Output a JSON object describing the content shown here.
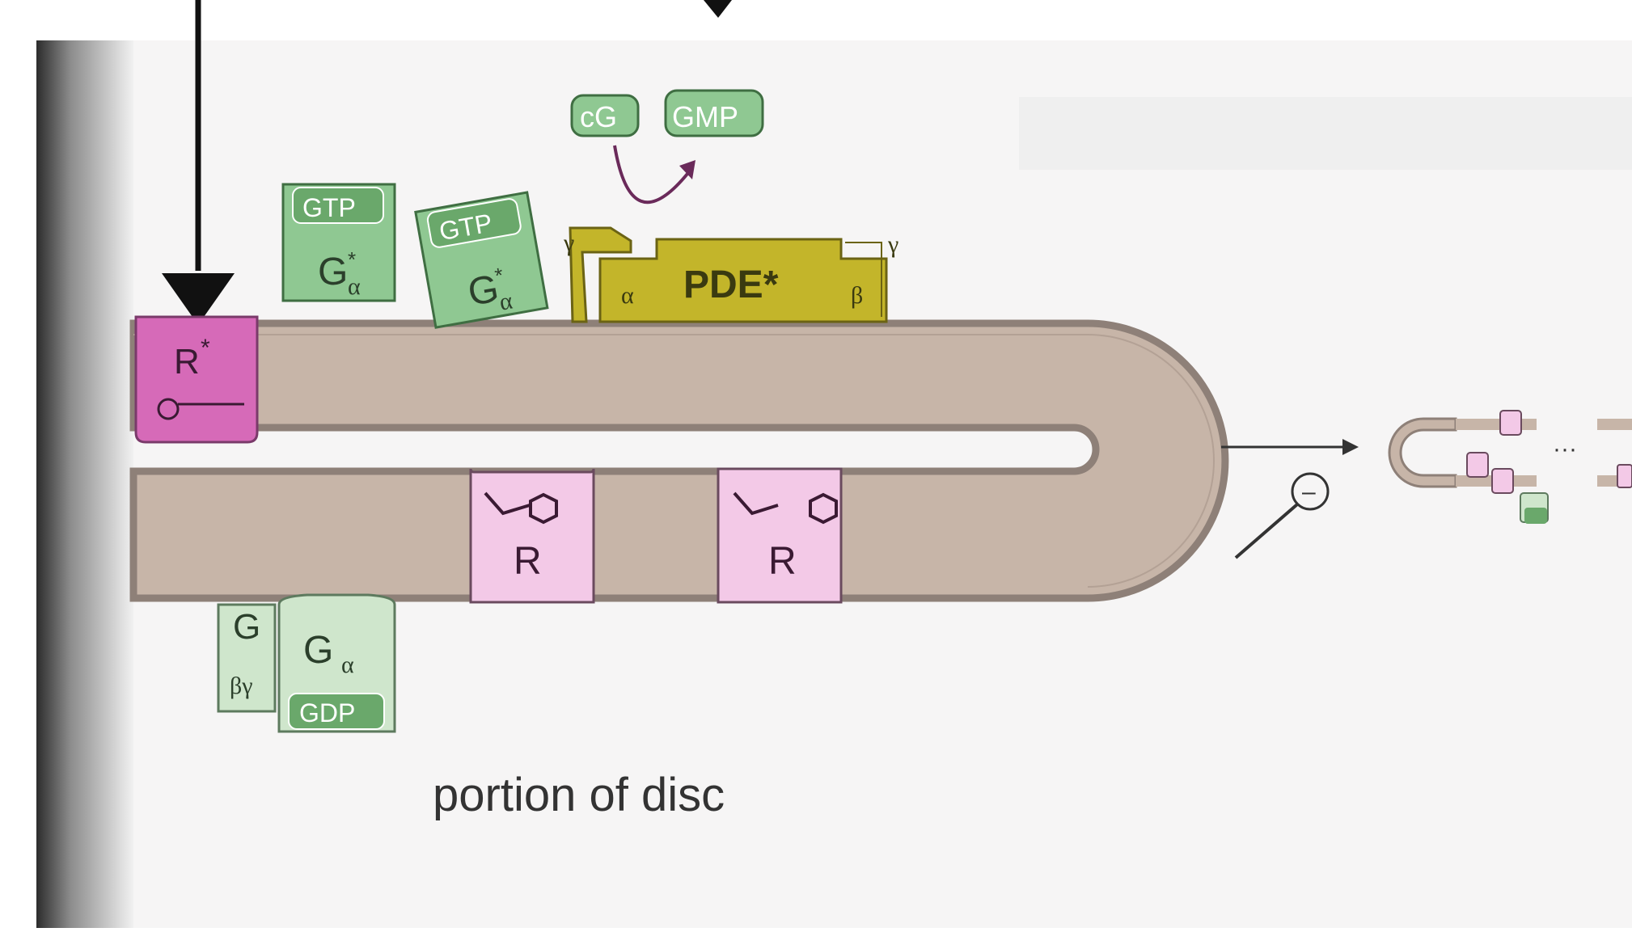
{
  "caption": "portion of disc",
  "molecules": {
    "cg": "cG",
    "gmp": "GMP",
    "gtp_free": "GTP",
    "gtp_bound": "GTP",
    "galpha_star_free": {
      "main": "G",
      "sup": "*",
      "sub": "α"
    },
    "galpha_star_bound": {
      "main": "G",
      "sup": "*",
      "sub": "α"
    },
    "pde": {
      "alpha": "α",
      "label": "PDE*",
      "beta": "β",
      "gamma_left": "γ",
      "gamma_right": "γ"
    },
    "r_star": {
      "main": "R",
      "sup": "*"
    },
    "r_inactive_1": "R",
    "r_inactive_2": "R",
    "g_beta_gamma": {
      "main": "G",
      "sub": "βγ"
    },
    "g_alpha_gdp": {
      "main": "G",
      "sub": "α"
    },
    "gdp": "GDP"
  },
  "inhibit_symbol": "–",
  "ellipsis": "···",
  "colors": {
    "membrane": "#c7b5a8",
    "membrane_edge": "#8e8078",
    "g_protein": "#8fc892",
    "g_protein_light": "#cfe6cc",
    "pde": "#c3b52a",
    "rhodopsin_active": "#d66ab8",
    "rhodopsin": "#f3c9e7",
    "page_shadow": "#3a3a3a"
  }
}
